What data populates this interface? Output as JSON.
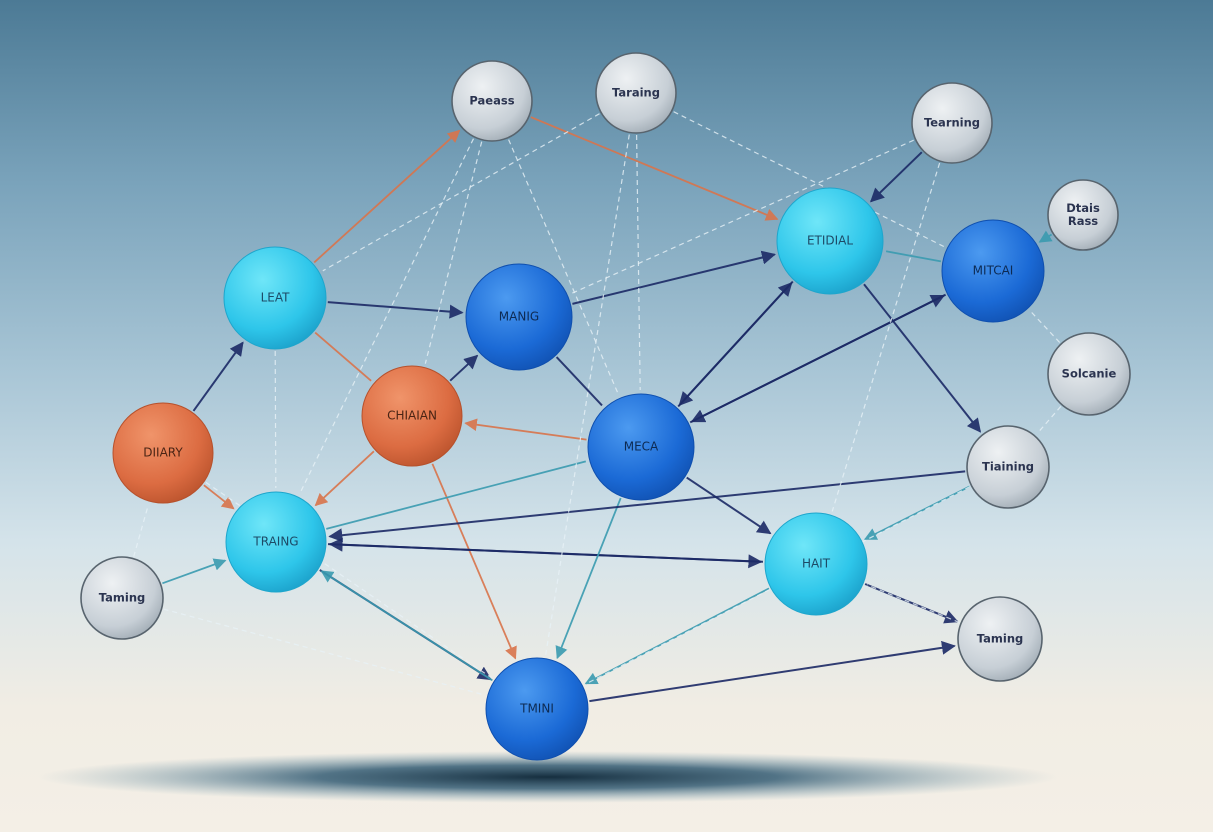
{
  "colors": {
    "gray": "#c9d0d6",
    "gray_stroke": "#58646e",
    "cyan": "#2ec9ea",
    "blue": "#1d6fd6",
    "orange": "#dd6e43",
    "edge_navy": "#1c2a66",
    "edge_teal": "#3a9bb0",
    "edge_orange": "#d9744b",
    "edge_light": "#e8f2f7"
  },
  "nodes": [
    {
      "id": "n1",
      "lines": [
        "Paeass"
      ],
      "kind": "gray"
    },
    {
      "id": "n2",
      "lines": [
        "Taraing"
      ],
      "kind": "gray"
    },
    {
      "id": "n3",
      "lines": [
        "Tearning"
      ],
      "kind": "gray"
    },
    {
      "id": "n4",
      "lines": [
        "Dtais",
        "Rass"
      ],
      "kind": "gray"
    },
    {
      "id": "n5",
      "lines": [
        "ETIDIAL"
      ],
      "kind": "cyan"
    },
    {
      "id": "n6",
      "lines": [
        "MITCAI"
      ],
      "kind": "blue"
    },
    {
      "id": "n7",
      "lines": [
        "LEAT"
      ],
      "kind": "cyan"
    },
    {
      "id": "n8",
      "lines": [
        "MANIG"
      ],
      "kind": "blue"
    },
    {
      "id": "n9",
      "lines": [
        "Solcanie"
      ],
      "kind": "gray"
    },
    {
      "id": "n10",
      "lines": [
        "CHIAIAN"
      ],
      "kind": "orange"
    },
    {
      "id": "n11",
      "lines": [
        "DIIARY"
      ],
      "kind": "orange"
    },
    {
      "id": "n12",
      "lines": [
        "MECA"
      ],
      "kind": "blue"
    },
    {
      "id": "n13",
      "lines": [
        "Tiaining"
      ],
      "kind": "gray"
    },
    {
      "id": "n14",
      "lines": [
        "TRAING"
      ],
      "kind": "cyan"
    },
    {
      "id": "n15",
      "lines": [
        "HAIT"
      ],
      "kind": "cyan"
    },
    {
      "id": "n16",
      "lines": [
        "Taming"
      ],
      "kind": "gray"
    },
    {
      "id": "n17",
      "lines": [
        "Taming"
      ],
      "kind": "gray"
    },
    {
      "id": "n18",
      "lines": [
        "TMINI"
      ],
      "kind": "blue"
    }
  ],
  "edges": [
    {
      "from": "n7",
      "to": "n8",
      "kind": "navy",
      "arrow": true
    },
    {
      "from": "n7",
      "to": "n1",
      "kind": "orange",
      "arrow": true
    },
    {
      "from": "n1",
      "to": "n5",
      "kind": "orange",
      "arrow": true
    },
    {
      "from": "n8",
      "to": "n5",
      "kind": "navy",
      "arrow": true
    },
    {
      "from": "n8",
      "to": "n12",
      "kind": "navy",
      "arrow": false
    },
    {
      "from": "n10",
      "to": "n8",
      "kind": "navy",
      "arrow": true
    },
    {
      "from": "n7",
      "to": "n10",
      "kind": "orange",
      "arrow": false
    },
    {
      "from": "n12",
      "to": "n10",
      "kind": "orange",
      "arrow": true
    },
    {
      "from": "n10",
      "to": "n14",
      "kind": "orange",
      "arrow": true
    },
    {
      "from": "n10",
      "to": "n18",
      "kind": "orange",
      "arrow": true
    },
    {
      "from": "n11",
      "to": "n7",
      "kind": "navy",
      "arrow": true
    },
    {
      "from": "n11",
      "to": "n14",
      "kind": "orange",
      "arrow": true
    },
    {
      "from": "n14",
      "to": "n15",
      "kind": "navy",
      "arrow": true
    },
    {
      "from": "n14",
      "to": "n18",
      "kind": "navy",
      "arrow": true
    },
    {
      "from": "n15",
      "to": "n14",
      "kind": "navy",
      "arrow": true
    },
    {
      "from": "n12",
      "to": "n5",
      "kind": "navy",
      "arrow": true
    },
    {
      "from": "n12",
      "to": "n6",
      "kind": "navy",
      "arrow": true
    },
    {
      "from": "n12",
      "to": "n15",
      "kind": "navy",
      "arrow": true
    },
    {
      "from": "n12",
      "to": "n18",
      "kind": "teal",
      "arrow": true
    },
    {
      "from": "n5",
      "to": "n12",
      "kind": "navy",
      "arrow": true
    },
    {
      "from": "n5",
      "to": "n13",
      "kind": "navy",
      "arrow": true
    },
    {
      "from": "n3",
      "to": "n5",
      "kind": "navy",
      "arrow": true
    },
    {
      "from": "n4",
      "to": "n6",
      "kind": "teal",
      "arrow": true
    },
    {
      "from": "n6",
      "to": "n12",
      "kind": "navy",
      "arrow": true
    },
    {
      "from": "n6",
      "to": "n5",
      "kind": "teal",
      "arrow": false
    },
    {
      "from": "n15",
      "to": "n16",
      "kind": "navy",
      "arrow": true
    },
    {
      "from": "n18",
      "to": "n16",
      "kind": "navy",
      "arrow": true
    },
    {
      "from": "n15",
      "to": "n18",
      "kind": "teal",
      "arrow": true
    },
    {
      "from": "n13",
      "to": "n15",
      "kind": "teal",
      "arrow": true
    },
    {
      "from": "n13",
      "to": "n14",
      "kind": "navy",
      "arrow": true
    },
    {
      "from": "n17",
      "to": "n14",
      "kind": "teal",
      "arrow": true
    },
    {
      "from": "n14",
      "to": "n12",
      "kind": "teal",
      "arrow": false
    },
    {
      "from": "n18",
      "to": "n14",
      "kind": "teal",
      "arrow": true
    },
    {
      "from": "n1",
      "to": "n14",
      "kind": "light",
      "arrow": false
    },
    {
      "from": "n1",
      "to": "n12",
      "kind": "light",
      "arrow": false
    },
    {
      "from": "n1",
      "to": "n10",
      "kind": "light",
      "arrow": false
    },
    {
      "from": "n2",
      "to": "n12",
      "kind": "light",
      "arrow": false
    },
    {
      "from": "n2",
      "to": "n7",
      "kind": "light",
      "arrow": false
    },
    {
      "from": "n2",
      "to": "n6",
      "kind": "light",
      "arrow": false
    },
    {
      "from": "n2",
      "to": "n18",
      "kind": "light",
      "arrow": false
    },
    {
      "from": "n3",
      "to": "n8",
      "kind": "light",
      "arrow": false
    },
    {
      "from": "n3",
      "to": "n15",
      "kind": "light",
      "arrow": false
    },
    {
      "from": "n9",
      "to": "n6",
      "kind": "light",
      "arrow": false
    },
    {
      "from": "n9",
      "to": "n13",
      "kind": "light",
      "arrow": false
    },
    {
      "from": "n17",
      "to": "n11",
      "kind": "light",
      "arrow": false
    },
    {
      "from": "n17",
      "to": "n18",
      "kind": "light",
      "arrow": false
    },
    {
      "from": "n16",
      "to": "n15",
      "kind": "light",
      "arrow": false
    },
    {
      "from": "n11",
      "to": "n18",
      "kind": "light",
      "arrow": false
    },
    {
      "from": "n7",
      "to": "n14",
      "kind": "light",
      "arrow": false
    },
    {
      "from": "n13",
      "to": "n18",
      "kind": "light",
      "arrow": false
    }
  ]
}
